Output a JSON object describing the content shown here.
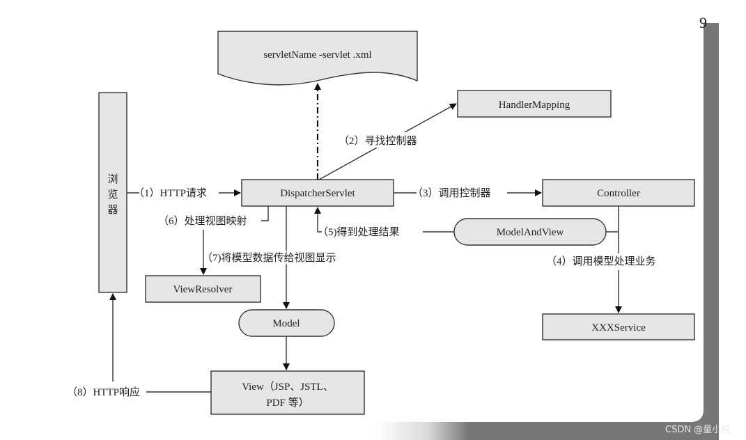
{
  "page_number": "9",
  "watermark": "CSDN @童小纯",
  "nodes": {
    "config_file": "servletName -servlet .xml",
    "browser": [
      "浏",
      "览",
      "器"
    ],
    "dispatcher": "DispatcherServlet",
    "handler_mapping": "HandlerMapping",
    "controller": "Controller",
    "model_and_view": "ModelAndView",
    "view_resolver": "ViewResolver",
    "model": "Model",
    "xxx_service": "XXXService",
    "view_line1": "View（JSP、JSTL、",
    "view_line2": "PDF 等）"
  },
  "steps": {
    "s1": "（1）HTTP请求",
    "s2": "（2）寻找控制器",
    "s3": "（3）调用控制器",
    "s4": "（4）调用模型处理业务",
    "s5": "（5)得到处理结果",
    "s6": "（6）处理视图映射",
    "s7": "（7)将模型数据传给视图显示",
    "s8": "（8）HTTP响应"
  },
  "colors": {
    "node_fill": "#e6e6e6",
    "stroke": "#333333",
    "page_shadow": "#777777"
  }
}
